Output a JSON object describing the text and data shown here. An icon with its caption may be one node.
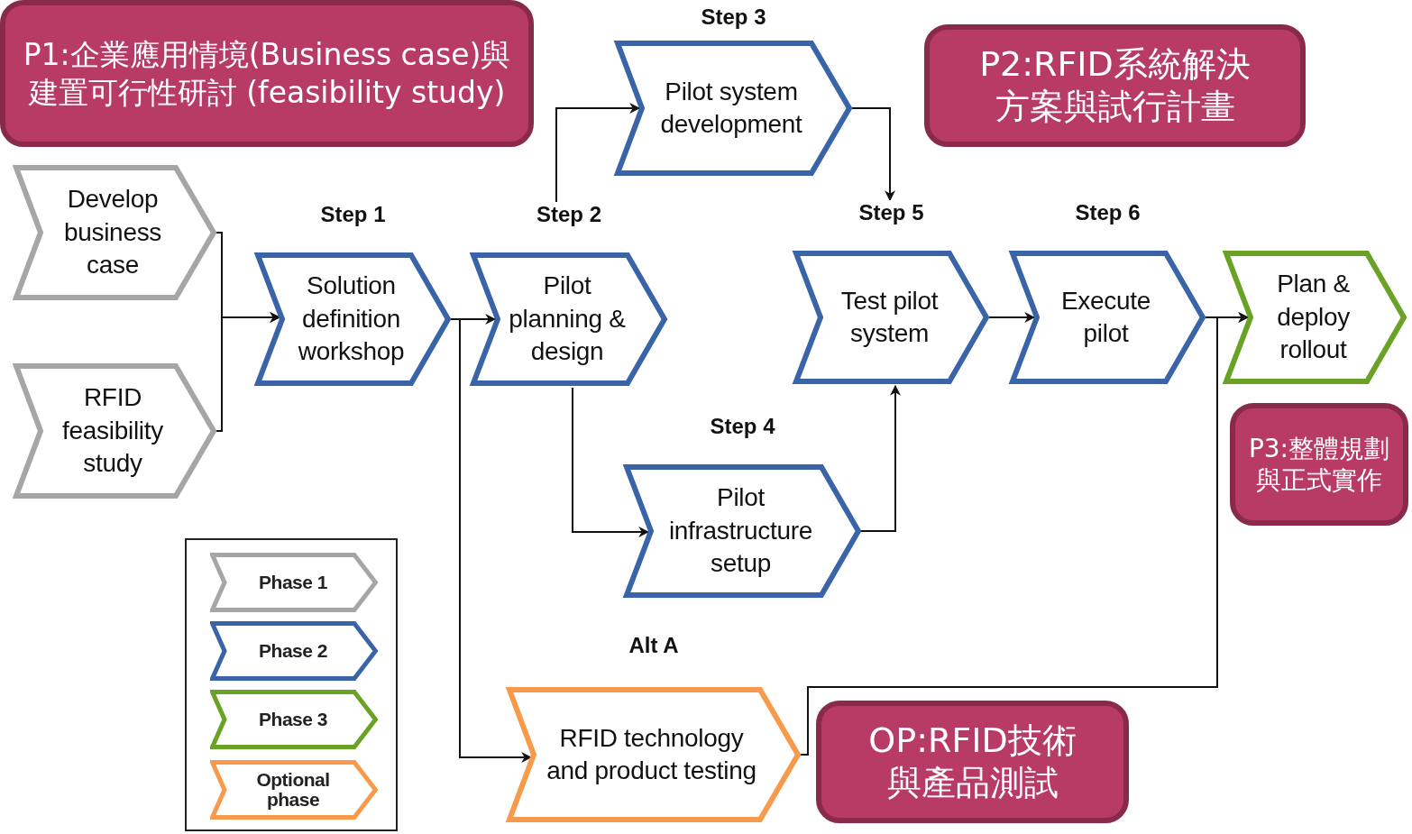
{
  "diagram": {
    "nodes": [
      {
        "text": [
          "P1:企業應用情境(Business case)與建置可行性研討 (feasibility study)"
        ]
      },
      {
        "text": [
          "Develop business case"
        ]
      },
      {
        "text": [
          "RFID feasibility study"
        ]
      },
      {
        "text": [
          "Solution definition workshop"
        ],
        "beside": [
          "Step 1"
        ]
      },
      {
        "text": [
          "Pilot planning & design"
        ],
        "beside": [
          "Step 2"
        ]
      },
      {
        "text": [
          "Pilot system development"
        ],
        "beside": [
          "Step 3"
        ]
      },
      {
        "text": [
          "P2:RFID系統解決方案與試行計畫"
        ]
      },
      {
        "text": [
          "Test pilot system"
        ],
        "beside": [
          "Step 5"
        ]
      },
      {
        "text": [
          "Execute pilot"
        ],
        "beside": [
          "Step 6"
        ]
      },
      {
        "text": [
          "Plan & deploy rollout"
        ]
      },
      {
        "text": [
          "P3:整體規劃與正式實作"
        ]
      },
      {
        "text": [
          "Pilot infrastructure setup"
        ],
        "beside": [
          "Step 4"
        ]
      },
      {
        "text": [
          "RFID technology and product testing"
        ],
        "beside": [
          "Alt A"
        ]
      },
      {
        "text": [
          "OP:RFID技術與產品測試"
        ]
      }
    ],
    "edges": [
      {
        "from": 1,
        "to": 3,
        "arrow": "to"
      },
      {
        "from": 2,
        "to": 3,
        "arrow": "to"
      },
      {
        "from": 3,
        "to": 4,
        "arrow": "to"
      },
      {
        "from": 4,
        "to": 5,
        "arrow": "to"
      },
      {
        "from": 5,
        "to": 7,
        "arrow": "to"
      },
      {
        "from": 4,
        "to": 11,
        "arrow": "to"
      },
      {
        "from": 11,
        "to": 7,
        "arrow": "to"
      },
      {
        "from": 7,
        "to": 8,
        "arrow": "to"
      },
      {
        "from": 8,
        "to": 9,
        "arrow": "to"
      },
      {
        "from": 3,
        "to": 12,
        "arrow": "to"
      },
      {
        "from": 12,
        "to": 9,
        "arrow": "to"
      }
    ],
    "legend": [
      {
        "text": "Phase 1",
        "color": "#a6a6a6"
      },
      {
        "text": "Phase 2",
        "color": "#3a64a8"
      },
      {
        "text": "Phase 3",
        "color": "#6aa226"
      },
      {
        "text": "Optional phase",
        "color": "#f79a4c"
      }
    ]
  }
}
